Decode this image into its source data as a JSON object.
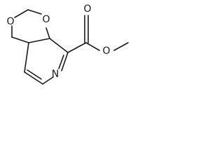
{
  "molecule": {
    "atom_labels": {
      "o_top": "O",
      "o_left": "O",
      "o_carbonyl": "O",
      "o_ester": "O",
      "n_ring": "N"
    },
    "colors": {
      "bond": "#1a1a1a",
      "label": "#1a1a1a",
      "background": "#ffffff"
    }
  }
}
